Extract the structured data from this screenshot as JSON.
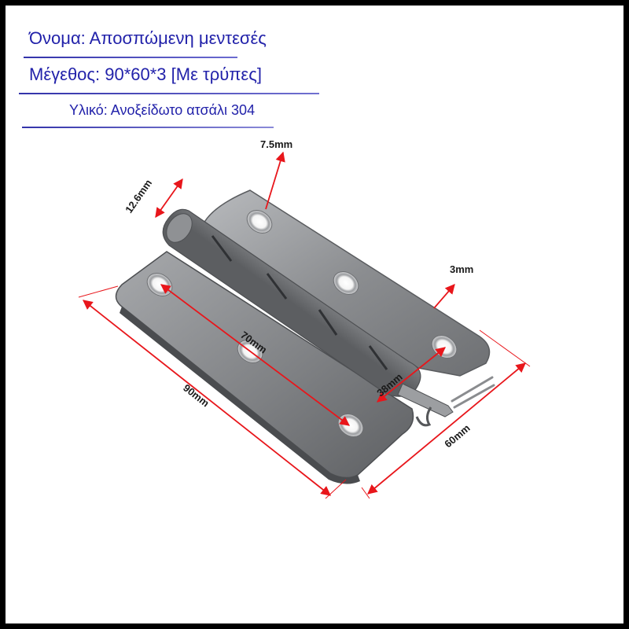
{
  "info": {
    "name_line": "Όνομα: Αποσπώμενη μεντεσές",
    "size_line": "Μέγεθος: 90*60*3 [Με τρύπες]",
    "material_line": "Υλικό: Ανοξείδωτο ατσάλι 304"
  },
  "dimensions": {
    "pin_diameter": "7.5mm",
    "knuckle_diameter": "12.6mm",
    "thickness": "3mm",
    "hole_spacing_long": "70mm",
    "hole_spacing_short": "38mm",
    "length": "90mm",
    "width": "60mm"
  },
  "colors": {
    "text": "#2222aa",
    "rule": "#3333aa",
    "dimension_arrow": "#e8161b",
    "frame": "#000000"
  }
}
